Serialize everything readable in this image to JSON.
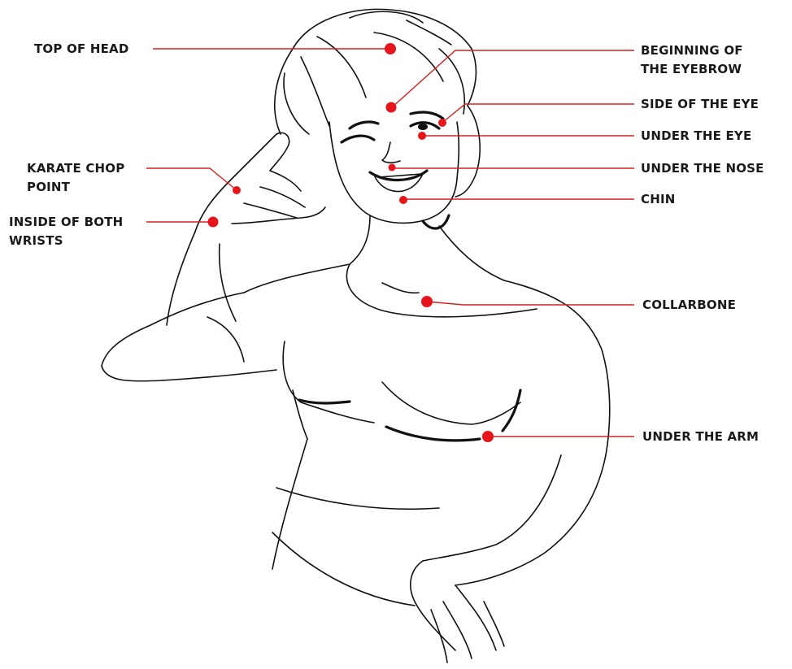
{
  "diagram": {
    "accent_color": "#e8141c",
    "line_color": "#d92020",
    "points": [
      {
        "id": "top-of-head",
        "lines": [
          "TOP OF HEAD"
        ]
      },
      {
        "id": "beginning-of-eyebrow",
        "lines": [
          "BEGINNING OF",
          "THE EYEBROW"
        ]
      },
      {
        "id": "side-of-eye",
        "lines": [
          "SIDE OF THE EYE"
        ]
      },
      {
        "id": "under-eye",
        "lines": [
          "UNDER THE EYE"
        ]
      },
      {
        "id": "karate-chop",
        "lines": [
          "KARATE CHOP",
          "POINT"
        ]
      },
      {
        "id": "under-nose",
        "lines": [
          "UNDER THE NOSE"
        ]
      },
      {
        "id": "chin",
        "lines": [
          "CHIN"
        ]
      },
      {
        "id": "inside-wrists",
        "lines": [
          "INSIDE OF BOTH",
          "WRISTS"
        ]
      },
      {
        "id": "collarbone",
        "lines": [
          "COLLARBONE"
        ]
      },
      {
        "id": "under-arm",
        "lines": [
          "UNDER THE ARM"
        ]
      }
    ]
  }
}
